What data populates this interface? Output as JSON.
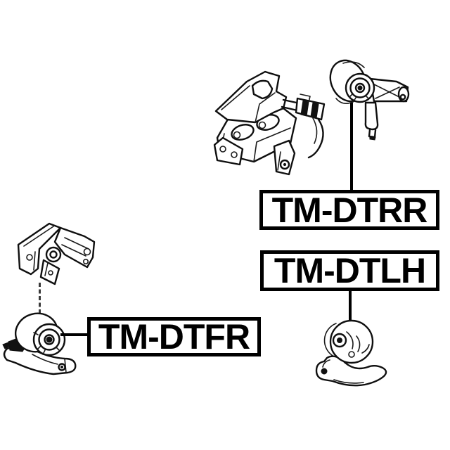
{
  "canvas": {
    "background_color": "#ffffff",
    "line_color": "#000000",
    "box_border_color": "#000000",
    "label_text_color": "#000000"
  },
  "parts": [
    {
      "label": "TM-DTRR",
      "figure": "rear-engine-mount-drawing"
    },
    {
      "label": "TM-DTLH",
      "figure": "left-engine-mount-drawing"
    },
    {
      "label": "TM-DTFR",
      "figure": "front-engine-mount-drawing"
    }
  ],
  "figures": [
    "rear-mount-bracket-drawing",
    "rear-engine-mount-drawing",
    "front-mount-bracket-drawing",
    "front-engine-mount-drawing",
    "left-engine-mount-drawing"
  ]
}
